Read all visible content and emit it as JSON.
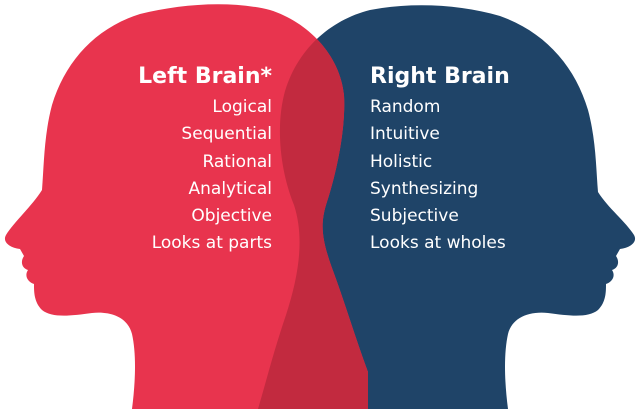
{
  "left": {
    "title": "Left Brain*",
    "traits": [
      "Logical",
      "Sequential",
      "Rational",
      "Analytical",
      "Objective",
      "Looks at parts"
    ],
    "color": "#e8344e"
  },
  "right": {
    "title": "Right Brain",
    "traits": [
      "Random",
      "Intuitive",
      "Holistic",
      "Synthesizing",
      "Subjective",
      "Looks at wholes"
    ],
    "color": "#1f4468"
  },
  "overlap_color": "#c22a3f"
}
